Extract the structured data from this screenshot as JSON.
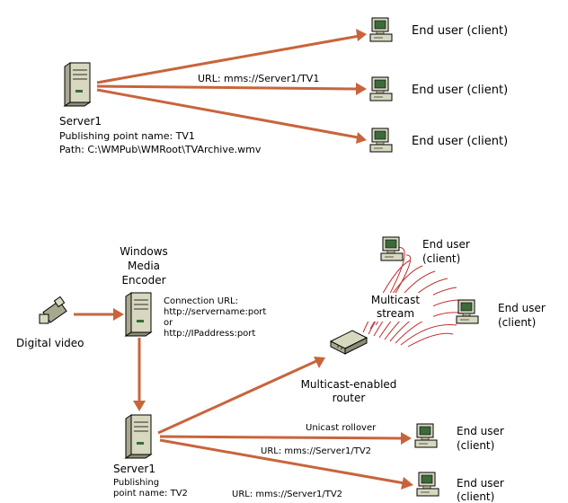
{
  "top": {
    "server": {
      "name": "Server1",
      "publishing_point": "Publishing point name: TV1",
      "path": "Path: C:\\WMPub\\WMRoot\\TVArchive.wmv"
    },
    "url_label": "URL: mms://Server1/TV1",
    "clients": [
      "End user (client)",
      "End user (client)",
      "End user (client)"
    ]
  },
  "bottom": {
    "encoder_title": [
      "Windows",
      "Media",
      "Encoder"
    ],
    "connection": [
      "Connection URL:",
      "http://servername:port",
      "or",
      "http://IPaddress:port"
    ],
    "video_label": "Digital video",
    "router_label": [
      "Multicast-enabled",
      "router"
    ],
    "multicast_label": [
      "Multicast",
      "stream"
    ],
    "unicast_label": "Unicast rollover",
    "url_label_1": "URL: mms://Server1/TV2",
    "url_label_2": "URL: mms://Server1/TV2",
    "server": {
      "name": "Server1",
      "publishing": [
        "Publishing",
        "point name: TV2"
      ]
    },
    "clients": [
      [
        "End user",
        "(client)"
      ],
      [
        "End user",
        "(client)"
      ],
      [
        "End user",
        "(client)"
      ],
      [
        "End user",
        "(client)"
      ]
    ]
  },
  "colors": {
    "arrow": "#c8643c",
    "waves": "#c03030"
  }
}
